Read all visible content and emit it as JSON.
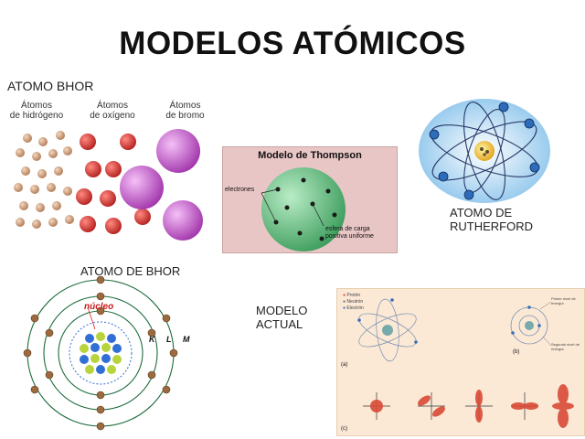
{
  "title": "MODELOS ATÓMICOS",
  "bohr_particles": {
    "label": "ATOMO BHOR",
    "columns": [
      {
        "line1": "Átomos",
        "line2": "de hidrógeno"
      },
      {
        "line1": "Átomos",
        "line2": "de oxígeno"
      },
      {
        "line1": "Átomos",
        "line2": "de bromo"
      }
    ]
  },
  "thompson": {
    "title": "Modelo de Thompson",
    "electrons_label": "electrones",
    "sphere_label_1": "esfera de carga",
    "sphere_label_2": "positiva uniforme"
  },
  "rutherford": {
    "line1": "ATOMO DE",
    "line2": "RUTHERFORD"
  },
  "bohr_atom": {
    "label": "ATOMO DE BHOR",
    "nucleus_label": "núcleo",
    "shell_k": "K",
    "shell_l": "L",
    "shell_m": "M"
  },
  "modern": {
    "label_1": "MODELO",
    "label_2": "ACTUAL",
    "legend": [
      "Protón",
      "Neutrón",
      "Electrón"
    ],
    "sub_a": "(a)",
    "sub_b": "(b)",
    "sub_c": "(c)",
    "orbit_note_1": "Primer nivel de energía",
    "orbit_note_2": "Segundo nivel de energía"
  },
  "colors": {
    "hydrogen": "#c79572",
    "oxygen": "#d4312f",
    "bromine": "#c25cc8",
    "thompson_bg": "#e9c6c6",
    "thompson_sphere": "#6fc48c",
    "nucleus_proton": "#2f6fd6",
    "nucleus_neutron": "#b7d43a",
    "electron": "#9c6a3e",
    "modern_bg": "#fbe9d6",
    "orbital": "#d94a36"
  }
}
